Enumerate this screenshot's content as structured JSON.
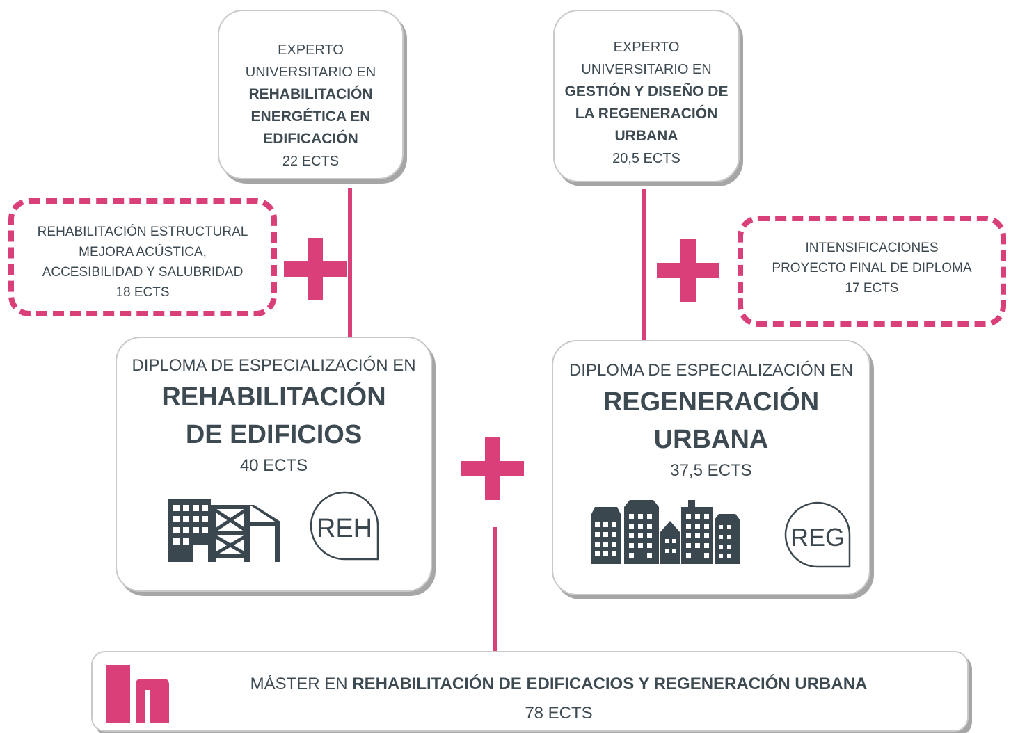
{
  "experto_reh": {
    "line1": "EXPERTO",
    "line2": "UNIVERSITARIO EN",
    "title_lines": [
      "REHABILITACIÓN",
      "ENERGÉTICA EN",
      "EDIFICACIÓN"
    ],
    "ects": "22 ECTS"
  },
  "experto_reg": {
    "line1": "EXPERTO",
    "line2": "UNIVERSITARIO EN",
    "title_lines": [
      "GESTIÓN Y DISEÑO DE",
      "LA REGENERACIÓN",
      "URBANA"
    ],
    "ects": "20,5 ECTS"
  },
  "extra_reh": {
    "lines": [
      "REHABILITACIÓN ESTRUCTURAL",
      "MEJORA ACÚSTICA,",
      "ACCESIBILIDAD Y SALUBRIDAD",
      "18 ECTS"
    ]
  },
  "extra_reg": {
    "lines": [
      "INTENSIFICACIONES",
      "PROYECTO FINAL DE DIPLOMA",
      "17 ECTS"
    ]
  },
  "diploma_reh": {
    "prefix": "DIPLOMA DE ESPECIALIZACIÓN EN",
    "title_lines": [
      "REHABILITACIÓN",
      "DE EDIFICIOS"
    ],
    "ects": "40 ECTS",
    "badge": "REH",
    "icon": "building-construction-icon"
  },
  "diploma_reg": {
    "prefix": "DIPLOMA DE ESPECIALIZACIÓN EN",
    "title_lines": [
      "REGENERACIÓN",
      "URBANA"
    ],
    "ects": "37,5 ECTS",
    "badge": "REG",
    "icon": "city-skyline-icon"
  },
  "master": {
    "prefix": "MÁSTER EN ",
    "title": "REHABILITACIÓN DE EDIFICACIOS Y REGENERACIÓN URBANA",
    "ects": "78 ECTS",
    "logo": "h-logo"
  },
  "colors": {
    "accent": "#d9407a",
    "text": "#3d4a52",
    "icon": "#3b474f"
  }
}
